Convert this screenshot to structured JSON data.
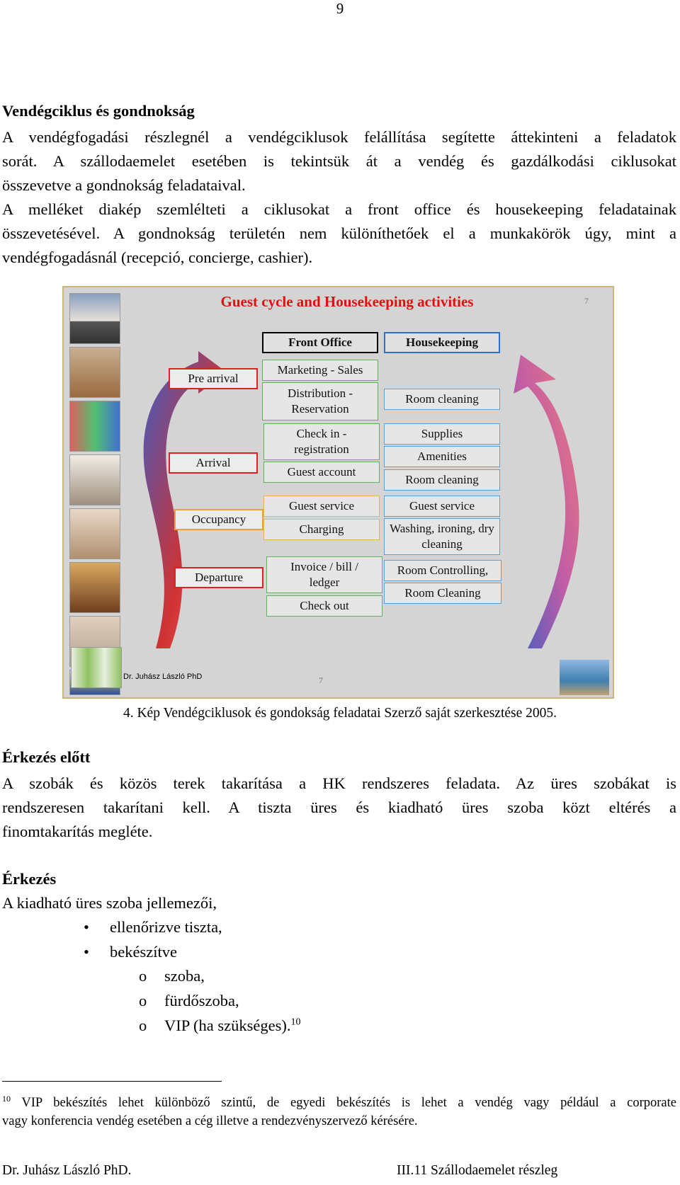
{
  "page_number": "9",
  "section1": {
    "heading": "Vendégciklus és gondnokság",
    "lines": [
      "A vendégfogadási részlegnél a vendégciklusok felállítása segítette áttekinteni a feladatok",
      "sorát. A szállodaemelet esetében is tekintsük át a vendég és gazdálkodási ciklusokat",
      "összevetve a gondnokság feladataival.",
      "A melléket diakép szemlélteti a ciklusokat a front office és housekeeping feladatainak",
      "összevetésével. A gondnokság területén nem különíthetőek el a munkakörök úgy, mint a",
      "vendégfogadásnál (recepció, concierge, cashier)."
    ]
  },
  "slide": {
    "title": "Guest cycle and Housekeeping  activities",
    "slide_number": "7",
    "author": "Dr. Juhász László PhD",
    "header_front_office": "Front Office",
    "header_housekeeping": "Housekeeping",
    "phases": [
      "Pre arrival",
      "Arrival",
      "Occupancy",
      "Departure"
    ],
    "front_office": {
      "marketing": "Marketing - Sales",
      "distribution": "Distribution - Reservation",
      "checkin": "Check in - registration",
      "guest_account": "Guest account",
      "guest_service": "Guest service",
      "charging": "Charging",
      "invoice": "Invoice / bill / ledger",
      "checkout": "Check out"
    },
    "housekeeping": {
      "room_cleaning_1": "Room cleaning",
      "supplies": "Supplies",
      "amenities": "Amenities",
      "room_cleaning_2": "Room cleaning",
      "guest_service": "Guest service",
      "washing": "Washing, ironing, dry cleaning",
      "controlling_1": "Room Controlling,",
      "controlling_2": "Room Cleaning"
    }
  },
  "caption": "4. Kép Vendégciklusok és gondokság feladatai Szerző saját szerkesztése 2005.",
  "section2": {
    "heading": "Érkezés előtt",
    "lines": [
      "A szobák és közös terek takarítása a HK rendszeres feladata. Az üres szobákat is",
      "rendszeresen takarítani kell. A tiszta üres és kiadható üres szoba közt eltérés a",
      "finomtakarítás megléte."
    ]
  },
  "section3": {
    "heading": "Érkezés",
    "intro": "A kiadható üres szoba jellemezői,",
    "bullets": [
      "ellenőrizve tiszta,",
      "bekészítve"
    ],
    "sub_bullets": [
      "szoba,",
      "fürdőszoba,",
      "VIP (ha szükséges)."
    ],
    "footnote_ref": "10"
  },
  "footnote": {
    "number": "10",
    "text_line1": "VIP bekészítés lehet különböző szintű, de egyedi bekészítés is lehet a vendég vagy például a corporate",
    "text_line2": "vagy konferencia vendég esetében a cég illetve a rendezvényszervező kérésére."
  },
  "footer": {
    "left": "Dr. Juhász László PhD.",
    "right": "III.11 Szállodaemelet részleg"
  }
}
